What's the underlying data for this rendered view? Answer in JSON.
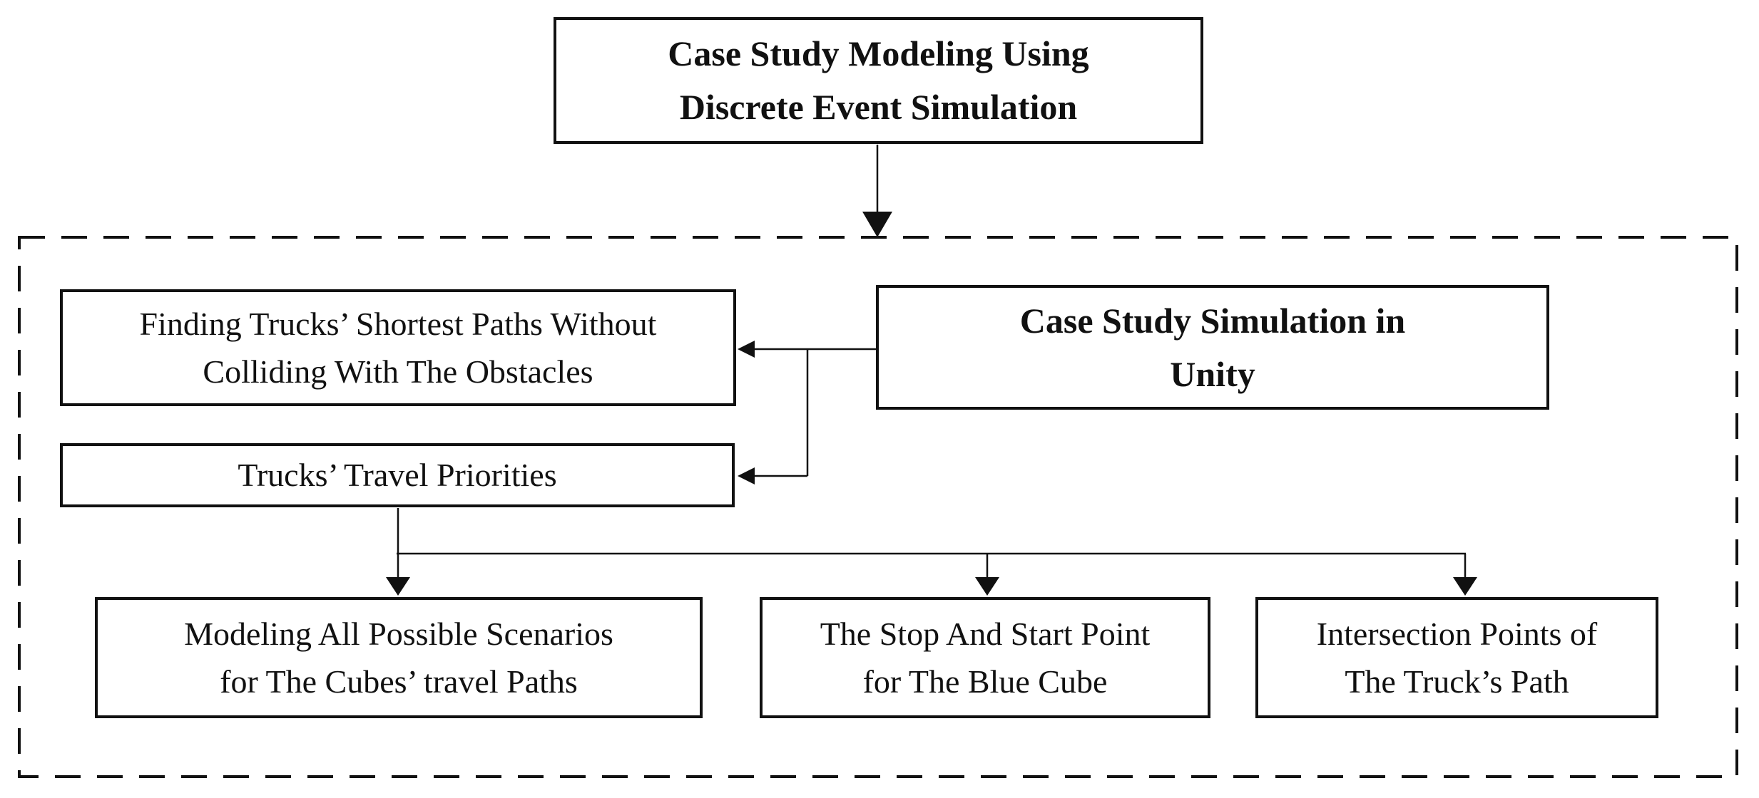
{
  "colors": {
    "ink": "#111111",
    "background": "#ffffff"
  },
  "nodes": {
    "root": {
      "lines": [
        "Case Study Modeling Using",
        "Discrete Event Simulation"
      ],
      "emphasis": "bold"
    },
    "paths": {
      "lines": [
        "Finding Trucks’ Shortest Paths Without",
        "Colliding With The Obstacles"
      ],
      "emphasis": "normal"
    },
    "unity": {
      "lines": [
        "Case Study Simulation in",
        "Unity"
      ],
      "emphasis": "bold"
    },
    "priority": {
      "lines": [
        "Trucks’ Travel Priorities"
      ],
      "emphasis": "normal"
    },
    "scenarios": {
      "lines": [
        "Modeling All Possible Scenarios",
        "for The Cubes’ travel Paths"
      ],
      "emphasis": "normal"
    },
    "stopstart": {
      "lines": [
        "The Stop And Start Point",
        "for The Blue Cube"
      ],
      "emphasis": "normal"
    },
    "intersect": {
      "lines": [
        "Intersection Points of",
        "The Truck’s Path"
      ],
      "emphasis": "normal"
    }
  },
  "edges": [
    {
      "from": "root",
      "to": "dashed-group",
      "style": "arrow-down"
    },
    {
      "from": "unity",
      "to": "paths",
      "style": "arrow-left"
    },
    {
      "from": "unity",
      "to": "priority",
      "style": "arrow-left"
    },
    {
      "from": "priority",
      "to": "scenarios",
      "style": "arrow-down"
    },
    {
      "from": "priority",
      "to": "stopstart",
      "style": "arrow-down"
    },
    {
      "from": "priority",
      "to": "intersect",
      "style": "arrow-down"
    }
  ]
}
